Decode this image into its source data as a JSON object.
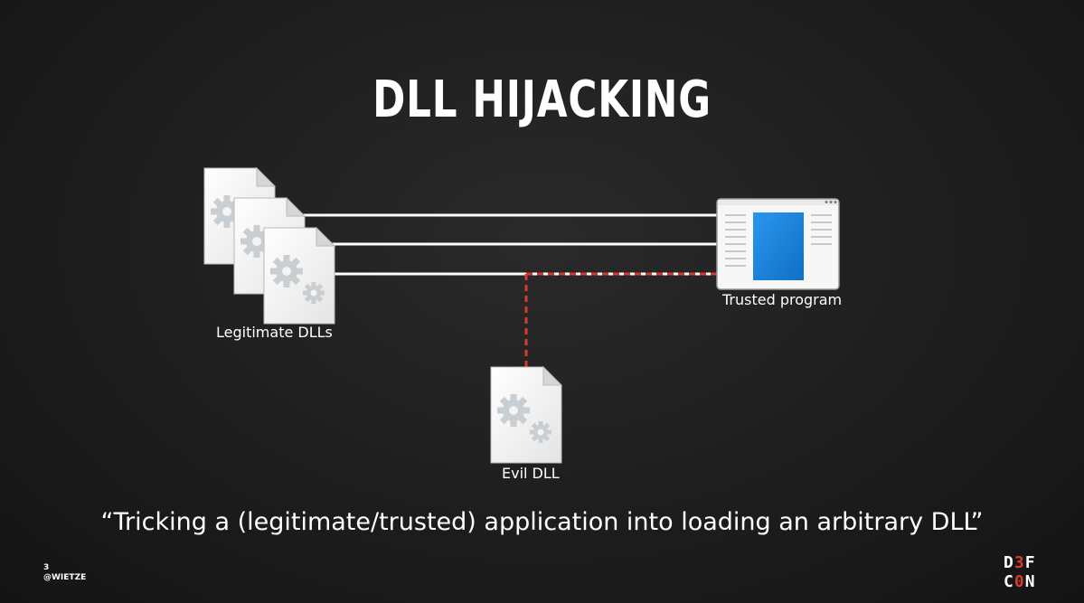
{
  "slide": {
    "title": "DLL HIJACKING",
    "quote": "“Tricking a (legitimate/trusted) application into loading an arbitrary DLL”",
    "slide_number": "3",
    "handle": "@WIETZE"
  },
  "diagram": {
    "legit_label": "Legitimate DLLs",
    "program_label": "Trusted program",
    "evil_label": "Evil DLL",
    "icons": {
      "dll": "dll-file-gear-icon",
      "program": "application-window-icon"
    },
    "colors": {
      "line": "#ffffff",
      "hijack_line": "#d83a2e",
      "accent_blue": "#1f86e0"
    }
  },
  "logo": {
    "line1_a": "D",
    "line1_b": "3",
    "line1_c": "F",
    "line2_a": "C",
    "line2_b": "0",
    "line2_c": "N"
  }
}
